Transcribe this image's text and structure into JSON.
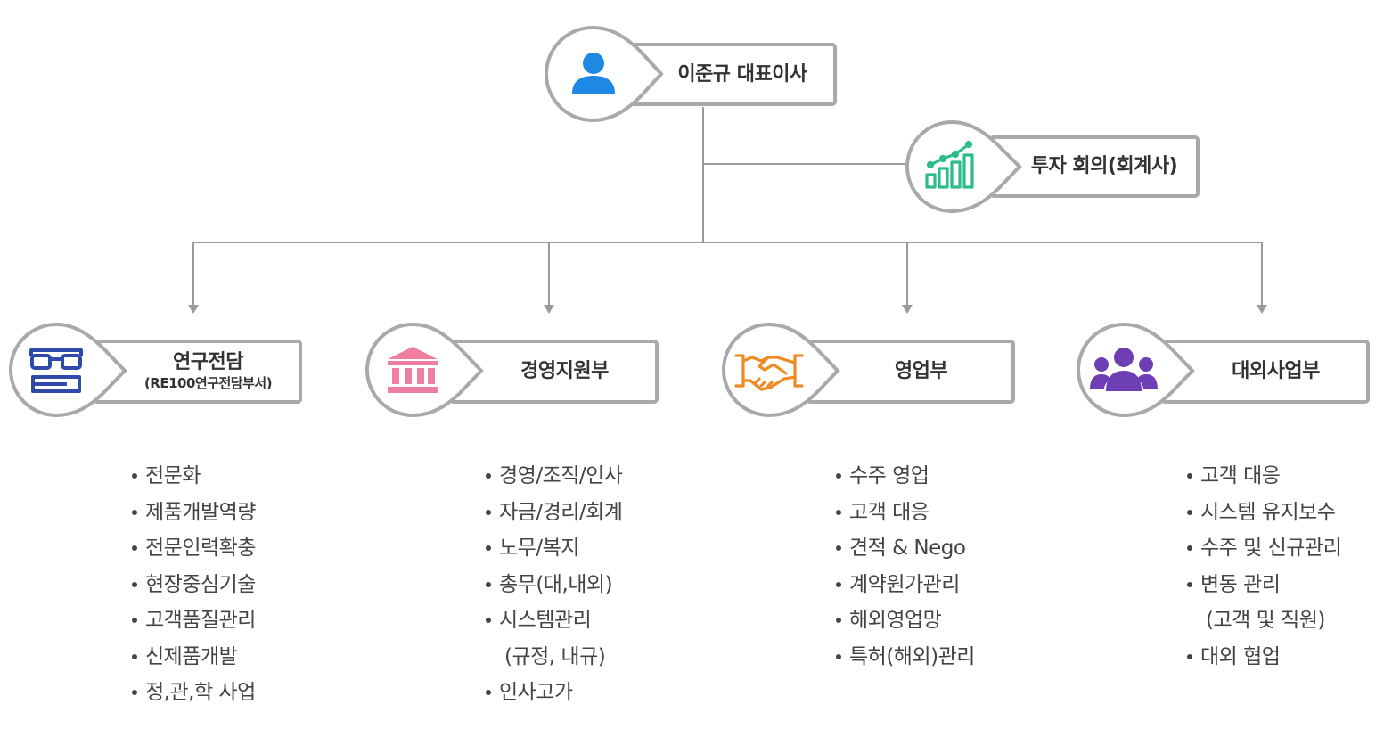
{
  "ceo": {
    "title": "이준규 대표이사",
    "icon": "person-icon",
    "color": "#1e88e5"
  },
  "advisory": {
    "title": "투자 회의(회계사)",
    "icon": "growth-chart-icon",
    "color": "#2dbd8a"
  },
  "departments": [
    {
      "title": "연구전담",
      "subtitle": "(RE100연구전담부서)",
      "icon": "glasses-icon",
      "color": "#2f4aa8",
      "items": [
        {
          "text": "전문화"
        },
        {
          "text": "제품개발역량"
        },
        {
          "text": "전문인력확충"
        },
        {
          "text": "현장중심기술"
        },
        {
          "text": "고객품질관리"
        },
        {
          "text": "신제품개발"
        },
        {
          "text": "정,관,학 사업"
        }
      ]
    },
    {
      "title": "경영지원부",
      "subtitle": "",
      "icon": "bank-building-icon",
      "color": "#ef7fa0",
      "items": [
        {
          "text": "경영/조직/인사"
        },
        {
          "text": "자금/경리/회계"
        },
        {
          "text": "노무/복지"
        },
        {
          "text": "총무(대,내외)"
        },
        {
          "text": "시스템관리"
        },
        {
          "text": "(규정, 내규)",
          "continuation": true
        },
        {
          "text": "인사고가"
        }
      ]
    },
    {
      "title": "영업부",
      "subtitle": "",
      "icon": "handshake-icon",
      "color": "#f08a25",
      "items": [
        {
          "text": "수주 영업"
        },
        {
          "text": "고객 대응"
        },
        {
          "text": "견적 & Nego"
        },
        {
          "text": "계약원가관리"
        },
        {
          "text": "해외영업망"
        },
        {
          "text": "특허(해외)관리"
        }
      ]
    },
    {
      "title": "대외사업부",
      "subtitle": "",
      "icon": "people-group-icon",
      "color": "#6e3fb4",
      "items": [
        {
          "text": "고객 대응"
        },
        {
          "text": "시스템 유지보수"
        },
        {
          "text": "수주 및 신규관리"
        },
        {
          "text": "변동 관리"
        },
        {
          "text": "(고객 및 직원)",
          "continuation": true
        },
        {
          "text": "대외 협업"
        }
      ]
    }
  ],
  "colors": {
    "border": "#a7a9ac",
    "line": "#9a9a9a",
    "text": "#333333"
  }
}
